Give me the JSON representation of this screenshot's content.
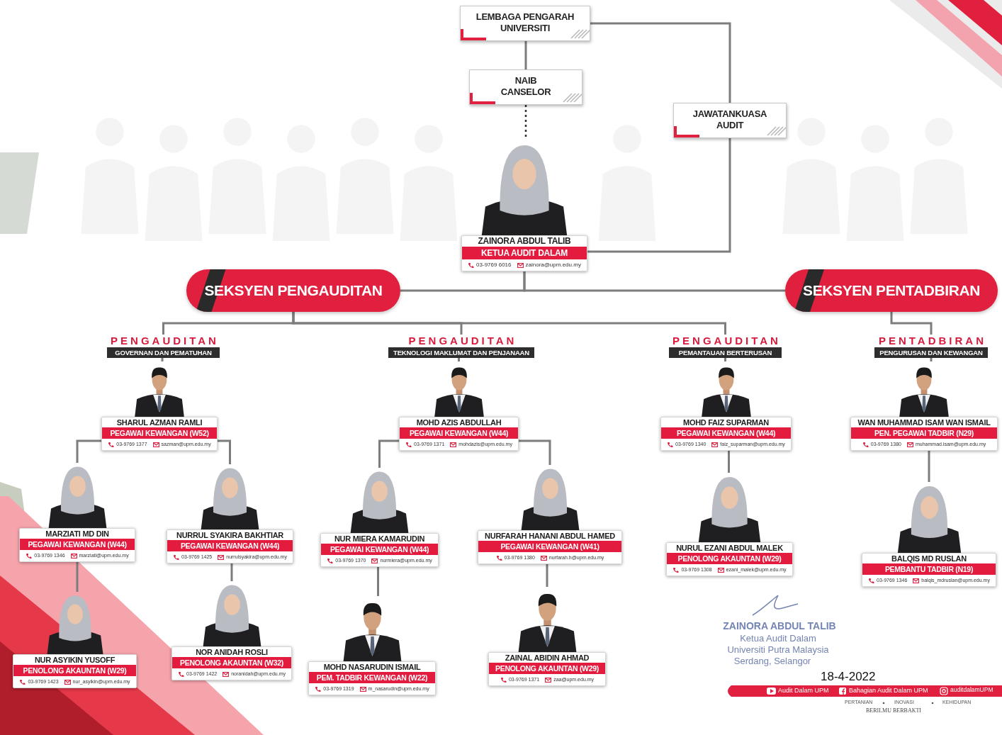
{
  "diagram": {
    "nodes": [
      {
        "text": [
          "LEMBAGA PENGARAH UNIVERSITI"
        ]
      },
      {
        "text": [
          "NAIB CANSELOR"
        ]
      },
      {
        "text": [
          "JAWATANKUASA AUDIT"
        ]
      },
      {
        "text": [
          "ZAINORA ABDUL TALIB",
          "KETUA AUDIT DALAM",
          "03-9769 6016",
          "zainora@upm.edu.my"
        ]
      },
      {
        "text": [
          "SEKSYEN PENGAUDITAN"
        ]
      },
      {
        "text": [
          "SEKSYEN PENTADBIRAN"
        ]
      },
      {
        "text": [
          "PENGAUDITAN",
          "GOVERNAN DAN PEMATUHAN"
        ]
      },
      {
        "text": [
          "SHARUL AZMAN RAMLI",
          "PEGAWAI KEWANGAN (W52)",
          "03-9769 1377",
          "sazman@upm.edu.my"
        ]
      },
      {
        "text": [
          "MARZIATI MD DIN",
          "PEGAWAI KEWANGAN (W44)",
          "03-9769 1346",
          "marziati@upm.edu.my"
        ]
      },
      {
        "text": [
          "NUR ASYIKIN YUSOFF",
          "PENOLONG AKAUNTAN (W29)",
          "03-9769 1423",
          "nur_asyikin@upm.edu.my"
        ]
      },
      {
        "text": [
          "NURRUL SYAKIRA BAKHTIAR",
          "PEGAWAI KEWANGAN (W44)",
          "03-9769 1425",
          "nurrulsyakira@upm.edu.my"
        ]
      },
      {
        "text": [
          "NOR ANIDAH ROSLI",
          "PENOLONG AKAUNTAN (W32)",
          "03-9769 1422",
          "noranidah@upm.edu.my"
        ]
      },
      {
        "text": [
          "PENGAUDITAN",
          "TEKNOLOGI MAKLUMAT DAN PENJANAAN"
        ]
      },
      {
        "text": [
          "MOHD AZIS ABDULLAH",
          "PEGAWAI KEWANGAN (W44)",
          "03-9769 1371",
          "mohdazis@upm.edu.my"
        ]
      },
      {
        "text": [
          "NUR MIERA KAMARUDIN",
          "PEGAWAI KEWANGAN (W44)",
          "03-9769 1370",
          "nurmiera@upm.edu.my"
        ]
      },
      {
        "text": [
          "MOHD NASARUDIN ISMAIL",
          "PEM. TADBIR KEWANGAN (W22)",
          "03-9769 1319",
          "m_nasarudin@upm.edu.my"
        ]
      },
      {
        "text": [
          "NURFARAH HANANI ABDUL HAMED",
          "PEGAWAI KEWANGAN (W41)",
          "03-9769 1380",
          "nurfarah.h@upm.edu.my"
        ]
      },
      {
        "text": [
          "ZAINAL ABIDIN AHMAD",
          "PENOLONG AKAUNTAN (W29)",
          "03-9769 1371",
          "zaa@upm.edu.my"
        ]
      },
      {
        "text": [
          "PENGAUDITAN",
          "PEMANTAUAN BERTERUSAN"
        ]
      },
      {
        "text": [
          "MOHD FAIZ SUPARMAN",
          "PEGAWAI KEWANGAN (W44)",
          "03-9769 1340",
          "faiz_suparman@upm.edu.my"
        ]
      },
      {
        "text": [
          "NURUL EZANI ABDUL MALEK",
          "PENOLONG AKAUNTAN (W29)",
          "03-9769 1308",
          "ezani_malek@upm.edu.my"
        ]
      },
      {
        "text": [
          "PENTADBIRAN",
          "PENGURUSAN DAN KEWANGAN"
        ]
      },
      {
        "text": [
          "WAN MUHAMMAD ISAM WAN ISMAIL",
          "PEN. PEGAWAI TADBIR (N29)",
          "03-9769 1380",
          "muhammad.isam@upm.edu.my"
        ]
      },
      {
        "text": [
          "BALQIS MD RUSLAN",
          "PEMBANTU TADBIR (N19)",
          "03-9769 1346",
          "balqis_mdruslan@upm.edu.my"
        ]
      }
    ],
    "edges": [
      {
        "from": 0,
        "to": 1,
        "arrow": "none"
      },
      {
        "from": 1,
        "to": 3,
        "arrow": "none"
      },
      {
        "from": 0,
        "to": 2,
        "arrow": "none"
      },
      {
        "from": 2,
        "to": 3,
        "arrow": "none"
      },
      {
        "from": 3,
        "to": 4,
        "arrow": "none"
      },
      {
        "from": 3,
        "to": 5,
        "arrow": "none"
      },
      {
        "from": 4,
        "to": 6,
        "arrow": "none"
      },
      {
        "from": 4,
        "to": 12,
        "arrow": "none"
      },
      {
        "from": 4,
        "to": 18,
        "arrow": "none"
      },
      {
        "from": 5,
        "to": 21,
        "arrow": "none"
      },
      {
        "from": 6,
        "to": 7,
        "arrow": "none"
      },
      {
        "from": 7,
        "to": 8,
        "arrow": "none"
      },
      {
        "from": 7,
        "to": 10,
        "arrow": "none"
      },
      {
        "from": 8,
        "to": 9,
        "arrow": "none"
      },
      {
        "from": 10,
        "to": 11,
        "arrow": "none"
      },
      {
        "from": 12,
        "to": 13,
        "arrow": "none"
      },
      {
        "from": 13,
        "to": 14,
        "arrow": "none"
      },
      {
        "from": 13,
        "to": 16,
        "arrow": "none"
      },
      {
        "from": 14,
        "to": 15,
        "arrow": "none"
      },
      {
        "from": 16,
        "to": 17,
        "arrow": "none"
      },
      {
        "from": 18,
        "to": 19,
        "arrow": "none"
      },
      {
        "from": 19,
        "to": 20,
        "arrow": "none"
      },
      {
        "from": 21,
        "to": 22,
        "arrow": "none"
      },
      {
        "from": 22,
        "to": 23,
        "arrow": "none"
      }
    ],
    "labels": [
      "ZAINORA ABDUL TALIB",
      "Ketua Audit Dalam",
      "Universiti Putra Malaysia",
      "Serdang, Selangor",
      "18-4-2022",
      "Audit Dalam UPM",
      "Bahagian Audit Dalam UPM",
      "auditdalamUPM",
      "PERTANIAN",
      "INOVASI",
      "KEHIDUPAN",
      "BERILMU BERBAKTI"
    ]
  }
}
